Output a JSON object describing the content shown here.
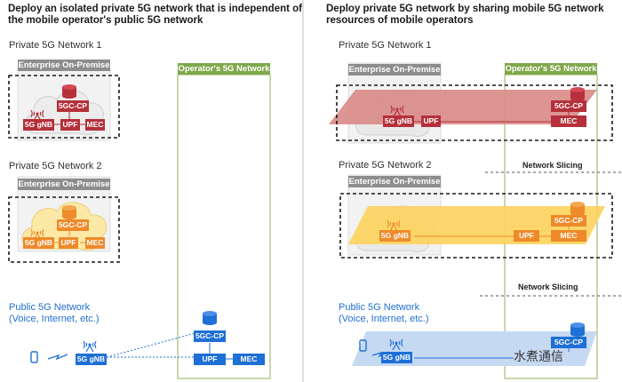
{
  "left": {
    "heading_line1": "Deploy an isolated private 5G network that is independent of",
    "heading_line2": "the mobile operator's public 5G network",
    "network1_label": "Private 5G Network 1",
    "network2_label": "Private 5G Network 2",
    "enterprise_label": "Enterprise On-Premise",
    "operator_label": "Operator's 5G Network",
    "public_line1": "Public 5G Network",
    "public_line2": "(Voice, Internet, etc.)"
  },
  "right": {
    "heading_line1": "Deploy private 5G network by sharing mobile 5G network",
    "heading_line2": "resources of mobile operators",
    "network1_label": "Private 5G Network 1",
    "network2_label": "Private 5G Network 2",
    "enterprise_label": "Enterprise On-Premise",
    "operator_label": "Operator's 5G Network",
    "slicing_label": "Network Slicing",
    "public_line1": "Public 5G Network",
    "public_line2": "(Voice, Internet, etc.)"
  },
  "nodes": {
    "core": "5GC-CP",
    "gnb": "5G gNB",
    "upf": "UPF",
    "mec": "MEC"
  },
  "watermark": "水煮通信",
  "colors": {
    "net1": "#b5303a",
    "net2": "#ee8a2a",
    "public": "#1e6fd6",
    "operator_frame": "#7fa84a"
  }
}
